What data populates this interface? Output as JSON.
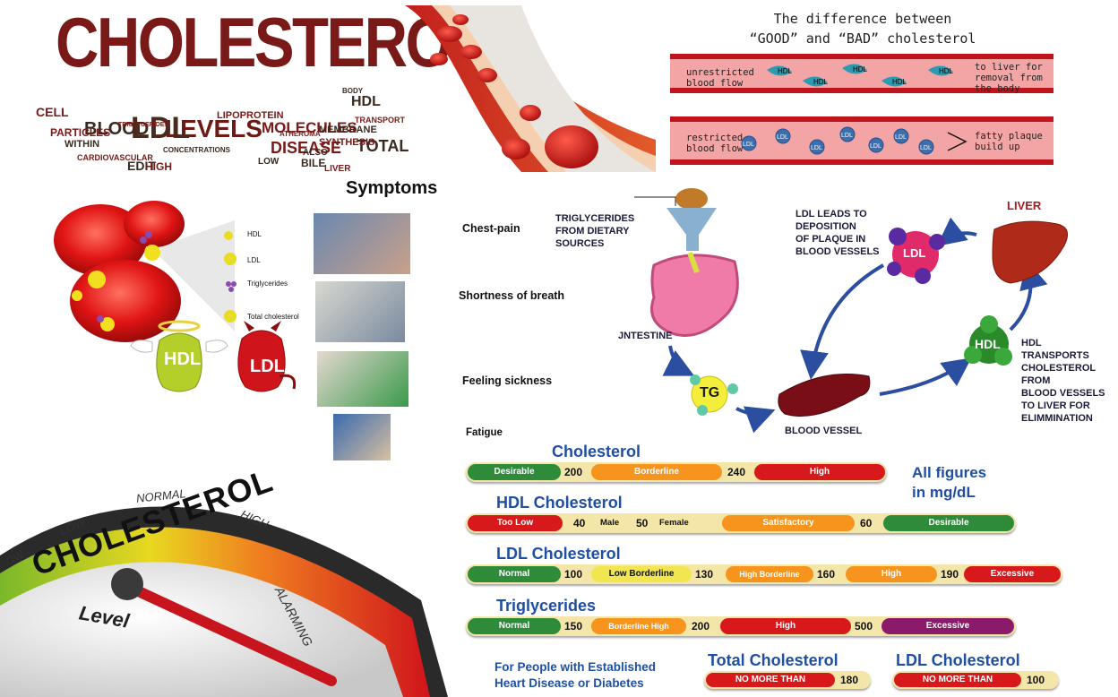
{
  "wordcloud": {
    "title": "CHOLESTEROL",
    "words": [
      "LEVELS",
      "BLOOD",
      "LDL",
      "HDL",
      "LIPOPROTEIN",
      "MOLECULES",
      "DISEASE",
      "TOTAL",
      "CELL",
      "PARTICLES",
      "WITHIN",
      "MEMBRANE",
      "BILE",
      "SYNTHESIS",
      "LIVER",
      "EDIT",
      "HIGH",
      "ATHEROMA",
      "CARDIOVASCULAR",
      "BODY",
      "TRANSPORT",
      "CONCENTRATIONS",
      "TRIGLYCERIDES",
      "ALSO",
      "LOW"
    ]
  },
  "difference": {
    "title_line1": "The difference between",
    "title_line2": "“GOOD” and “BAD” cholesterol",
    "good": {
      "left_l1": "unrestricted",
      "left_l2": "blood flow",
      "right_l1": "to liver for",
      "right_l2": "removal from",
      "right_l3": "the body",
      "particle": "HDL"
    },
    "bad": {
      "left_l1": "restricted",
      "left_l2": "blood flow",
      "right_l1": "fatty plaque",
      "right_l2": "build up",
      "particle": "LDL"
    }
  },
  "legend": {
    "hdl": "HDL",
    "ldl": "LDL",
    "trig": "Triglycerides",
    "total": "Total cholesterol"
  },
  "mascots": {
    "good": "HDL",
    "bad": "LDL"
  },
  "symptoms": {
    "heading": "Symptoms",
    "items": [
      "Chest-pain",
      "Shortness of breath",
      "Feeling sickness",
      "Fatigue"
    ]
  },
  "flow": {
    "trig_l1": "TRIGLYCERIDES",
    "trig_l2": "FROM DIETARY",
    "trig_l3": "SOURCES",
    "intestine": "JNTESTINE",
    "tg": "TG",
    "vessel": "BLOOD VESSEL",
    "ldl_l1": "LDL LEADS TO",
    "ldl_l2": "DEPOSITION",
    "ldl_l3": "OF PLAQUE IN",
    "ldl_l4": "BLOOD VESSELS",
    "ldl_ball": "LDL",
    "liver": "LIVER",
    "hdl_ball": "HDL",
    "hdl_l1": "HDL",
    "hdl_l2": "TRANSPORTS",
    "hdl_l3": "CHOLESTEROL",
    "hdl_l4": "FROM",
    "hdl_l5": "BLOOD VESSELS",
    "hdl_l6": "TO LIVER FOR",
    "hdl_l7": "ELIMMINATION"
  },
  "gauge": {
    "title": "CHOLESTEROL",
    "level": "Level",
    "low": "LOW",
    "normal": "NORMAL",
    "high": "HIGH",
    "alarming": "ALARMING",
    "ow": "OW"
  },
  "chart": {
    "units_l1": "All figures",
    "units_l2": "in mg/dL",
    "cholesterol": {
      "title": "Cholesterol",
      "seg1": "Desirable",
      "n1": "200",
      "seg2": "Borderline",
      "n2": "240",
      "seg3": "High"
    },
    "hdl": {
      "title": "HDL Cholesterol",
      "seg1": "Too Low",
      "n1": "40",
      "m1": "Male",
      "n2": "50",
      "m2": "Female",
      "seg2": "Satisfactory",
      "n3": "60",
      "seg3": "Desirable"
    },
    "ldl": {
      "title": "LDL Cholesterol",
      "seg1": "Normal",
      "n1": "100",
      "seg2": "Low Borderline",
      "n2": "130",
      "seg3": "High Borderline",
      "n3": "160",
      "seg4": "High",
      "n4": "190",
      "seg5": "Excessive"
    },
    "trig": {
      "title": "Triglycerides",
      "seg1": "Normal",
      "n1": "150",
      "seg2": "Borderline High",
      "n2": "200",
      "seg3": "High",
      "n3": "500",
      "seg4": "Excessive"
    },
    "people_l1": "For People with Established",
    "people_l2": "Heart Disease or Diabetes",
    "total": {
      "title": "Total Cholesterol",
      "label": "NO MORE THAN",
      "value": "180"
    },
    "ldl_limit": {
      "title": "LDL Cholesterol",
      "label": "NO MORE THAN",
      "value": "100"
    }
  },
  "colors": {
    "red": "#d7191c",
    "green": "#2e8b3a",
    "orange": "#f7941d",
    "blue": "#1f4fa3",
    "purple": "#8b1a6b"
  }
}
